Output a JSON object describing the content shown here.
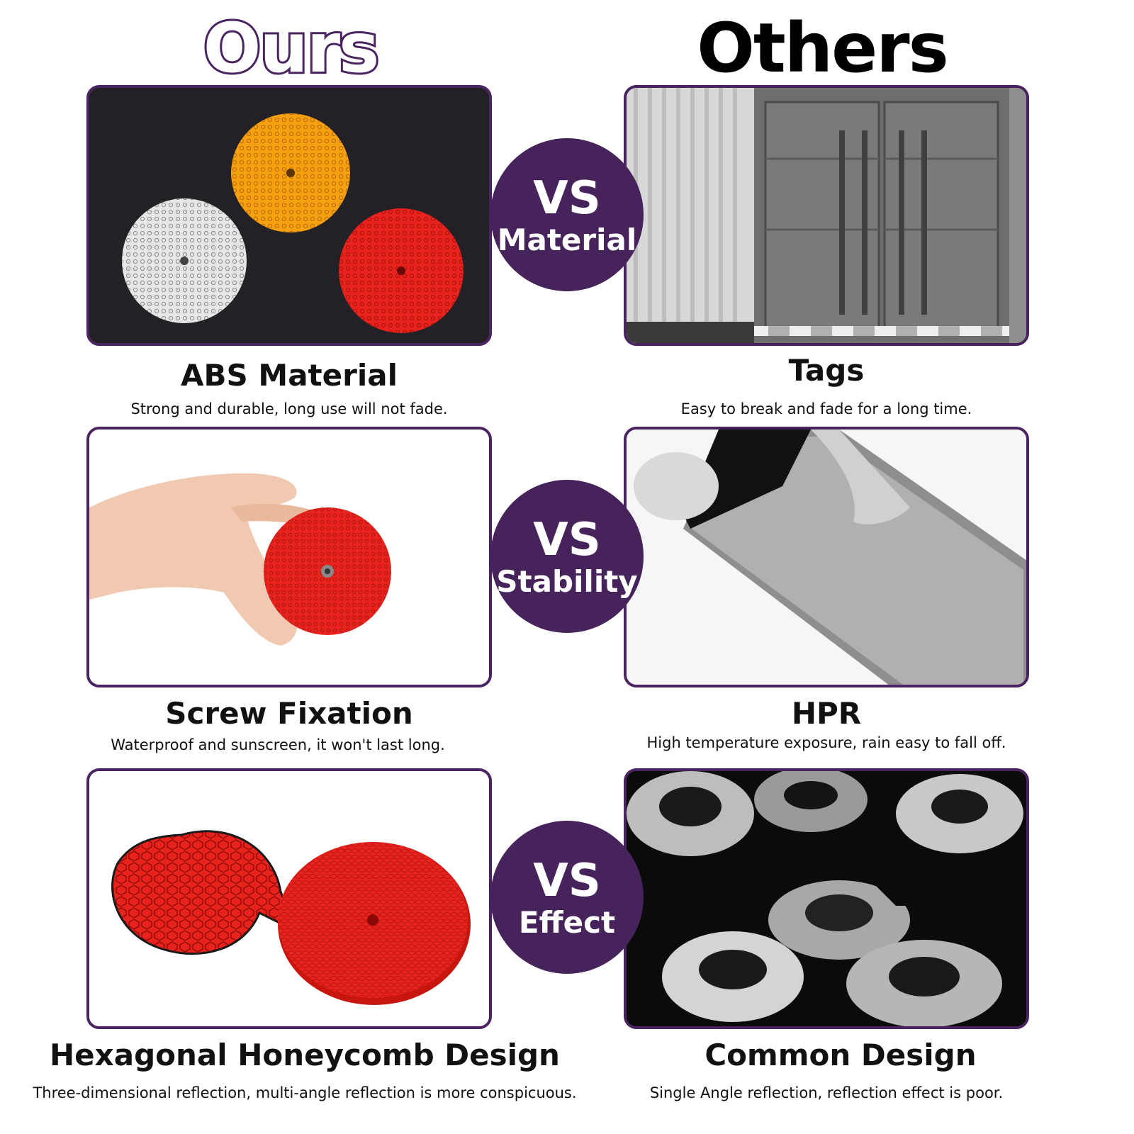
{
  "header": {
    "ours": "Ours",
    "others": "Others"
  },
  "rows": [
    {
      "vs": "VS",
      "category": "Material",
      "ours": {
        "title": "ABS Material",
        "desc": "Strong and durable, long use will not fade."
      },
      "others": {
        "title": "Tags",
        "desc": "Easy to break and fade for a long time."
      }
    },
    {
      "vs": "VS",
      "category": "Stability",
      "ours": {
        "title": "Screw Fixation",
        "desc": "Waterproof and sunscreen, it won't last long."
      },
      "others": {
        "title": "HPR",
        "desc": "High temperature exposure, rain easy to fall off."
      }
    },
    {
      "vs": "VS",
      "category": "Effect",
      "ours": {
        "title": "Hexagonal Honeycomb Design",
        "desc": "Three-dimensional reflection, multi-angle reflection is more conspicuous."
      },
      "others": {
        "title": "Common Design",
        "desc": "Single Angle reflection, reflection effect is poor."
      }
    }
  ],
  "colors": {
    "accent": "#46235a",
    "border": "#4a2460",
    "reflector_red": "#e8231e",
    "reflector_amber": "#f5a011"
  }
}
